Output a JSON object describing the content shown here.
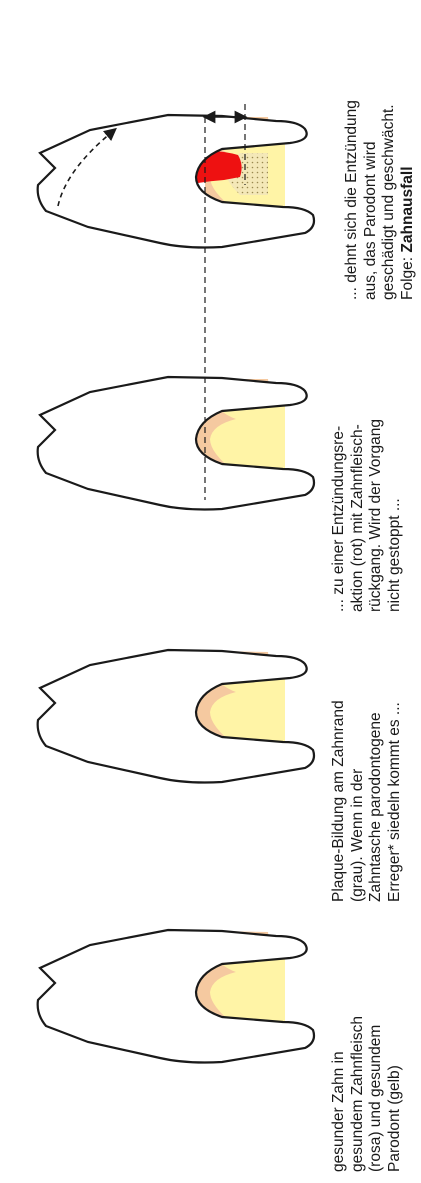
{
  "stages": [
    {
      "caption": [
        "gesunder Zahn in",
        "gesundem Zahnfleisch",
        "(rosa) und gesundem",
        "Parodont (gelb)"
      ]
    },
    {
      "caption": [
        "Plaque-Bildung am Zahnrand",
        "(grau). Wenn in der",
        "Zahntasche parodontogene",
        "Erreger* siedeln kommt es ..."
      ]
    },
    {
      "caption": [
        "... zu einer Entzündungsre-",
        "aktion (rot) mit Zahnfleisch-",
        "rückgang. Wird der Vorgang",
        "nicht gestoppt ..."
      ]
    },
    {
      "caption": [
        "... dehnt sich die Entzündung",
        "aus, das Parodont wird",
        "geschädigt und geschwächt.",
        "Folge: "
      ],
      "caption_bold": "Zahnausfall"
    }
  ],
  "colors": {
    "gum": "#f5c9a0",
    "periodontium": "#fff4a6",
    "plaque": "#bdbdbd",
    "inflammation": "#ee1111",
    "outline": "#1a1a1a"
  }
}
